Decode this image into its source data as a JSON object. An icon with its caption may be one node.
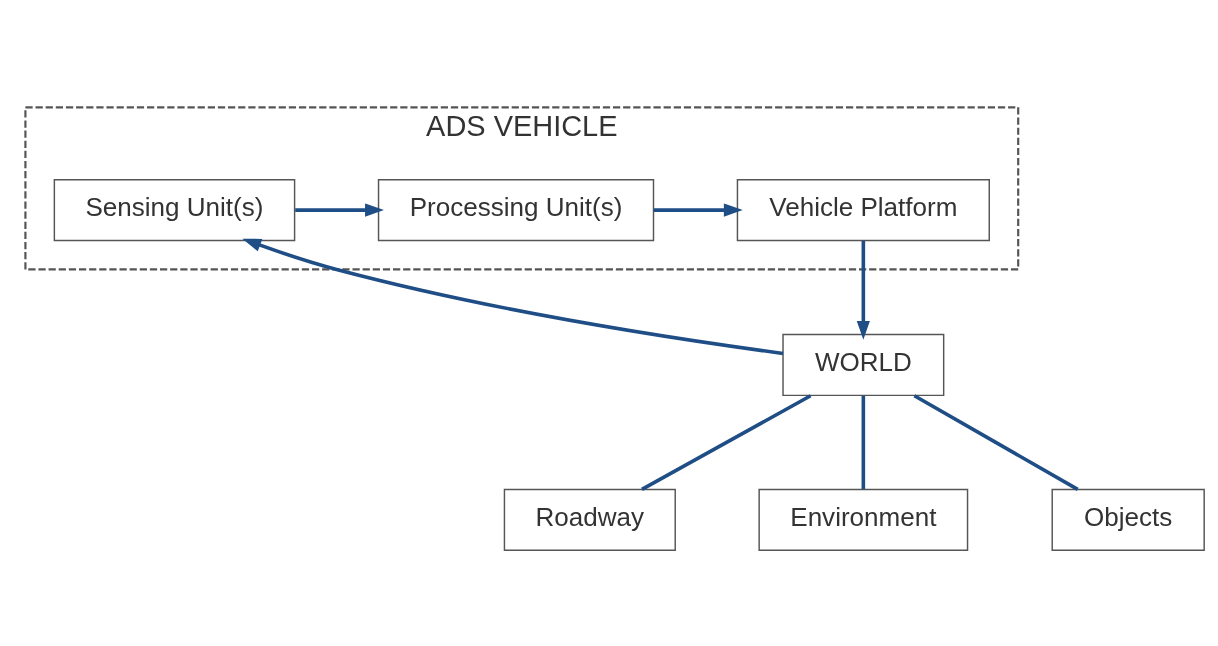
{
  "diagram": {
    "nodes": [
      {
        "text": [
          "ADS VEHICLE"
        ]
      },
      {
        "text": [
          "Sensing Unit(s)"
        ],
        "in": 0
      },
      {
        "text": [
          "Processing Unit(s)"
        ],
        "in": 0
      },
      {
        "text": [
          "Vehicle Platform"
        ],
        "in": 0
      },
      {
        "text": [
          "WORLD"
        ]
      },
      {
        "text": [
          "Roadway"
        ]
      },
      {
        "text": [
          "Environment"
        ]
      },
      {
        "text": [
          "Objects"
        ]
      }
    ],
    "edges": [
      {
        "from": 1,
        "to": 2,
        "arrow": "to"
      },
      {
        "from": 2,
        "to": 3,
        "arrow": "to"
      },
      {
        "from": 3,
        "to": 4,
        "arrow": "to"
      },
      {
        "from": 4,
        "to": 1,
        "arrow": "to"
      },
      {
        "from": 4,
        "to": 5,
        "arrow": "none"
      },
      {
        "from": 4,
        "to": 6,
        "arrow": "none"
      },
      {
        "from": 4,
        "to": 7,
        "arrow": "none"
      }
    ]
  }
}
